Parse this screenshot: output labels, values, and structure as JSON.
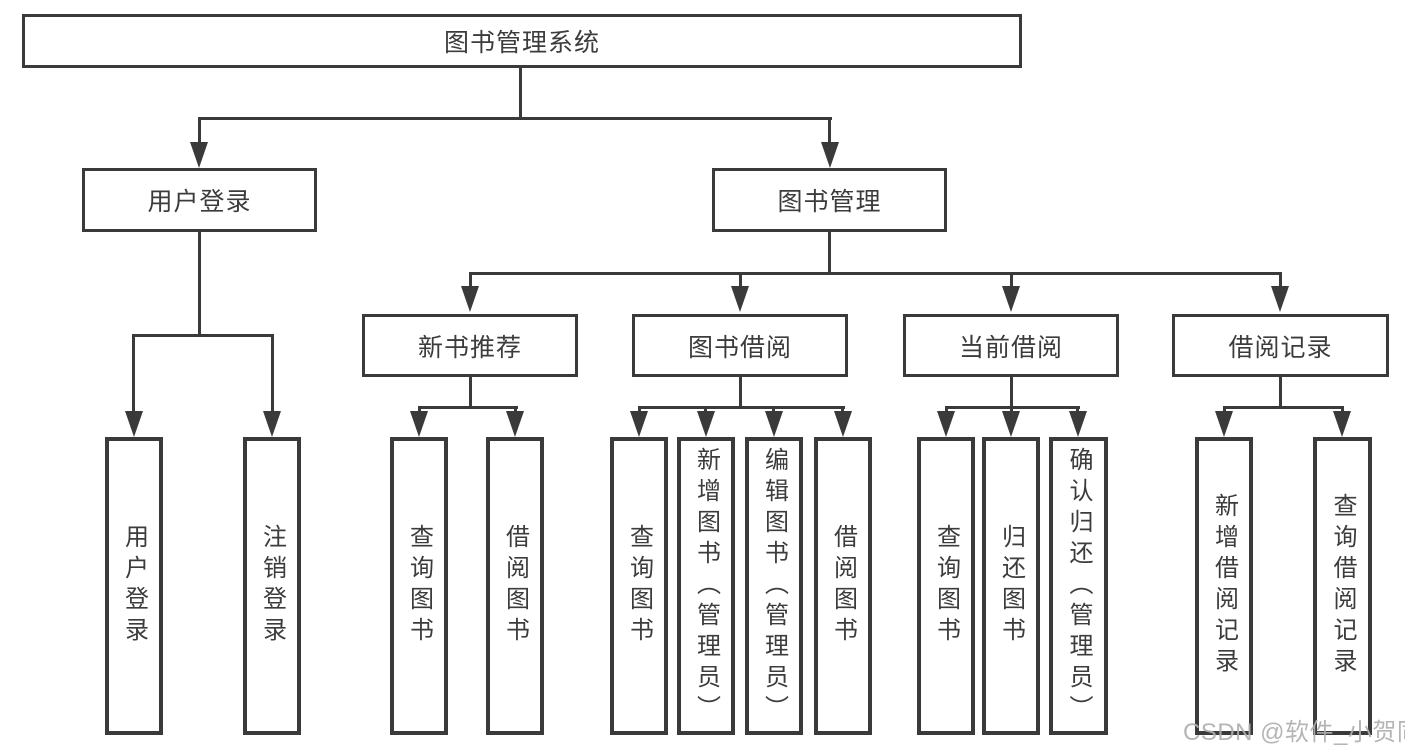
{
  "colors": {
    "line": "#3a3a3a",
    "box_border": "#3a3a3a",
    "text": "#3c3c3c",
    "watermark": "#b0aeae",
    "background": "#ffffff"
  },
  "diagram": {
    "root": {
      "label": "图书管理系统"
    },
    "level2": [
      {
        "label": "用户登录"
      },
      {
        "label": "图书管理"
      }
    ],
    "level3": [
      {
        "label": "新书推荐",
        "parent": "图书管理"
      },
      {
        "label": "图书借阅",
        "parent": "图书管理"
      },
      {
        "label": "当前借阅",
        "parent": "图书管理"
      },
      {
        "label": "借阅记录",
        "parent": "图书管理"
      }
    ],
    "leaves": [
      {
        "label": "用户登录",
        "parent": "用户登录"
      },
      {
        "label": "注销登录",
        "parent": "用户登录"
      },
      {
        "label": "查询图书",
        "parent": "新书推荐"
      },
      {
        "label": "借阅图书",
        "parent": "新书推荐"
      },
      {
        "label": "查询图书",
        "parent": "图书借阅"
      },
      {
        "label": "新增图书（管理员）",
        "parent": "图书借阅"
      },
      {
        "label": "编辑图书（管理员）",
        "parent": "图书借阅"
      },
      {
        "label": "借阅图书",
        "parent": "图书借阅"
      },
      {
        "label": "查询图书",
        "parent": "当前借阅"
      },
      {
        "label": "归还图书",
        "parent": "当前借阅"
      },
      {
        "label": "确认归还（管理员）",
        "parent": "当前借阅"
      },
      {
        "label": "新增借阅记录",
        "parent": "借阅记录"
      },
      {
        "label": "查询借阅记录",
        "parent": "借阅记录"
      }
    ]
  },
  "watermark": "CSDN @软件_小贺同学"
}
